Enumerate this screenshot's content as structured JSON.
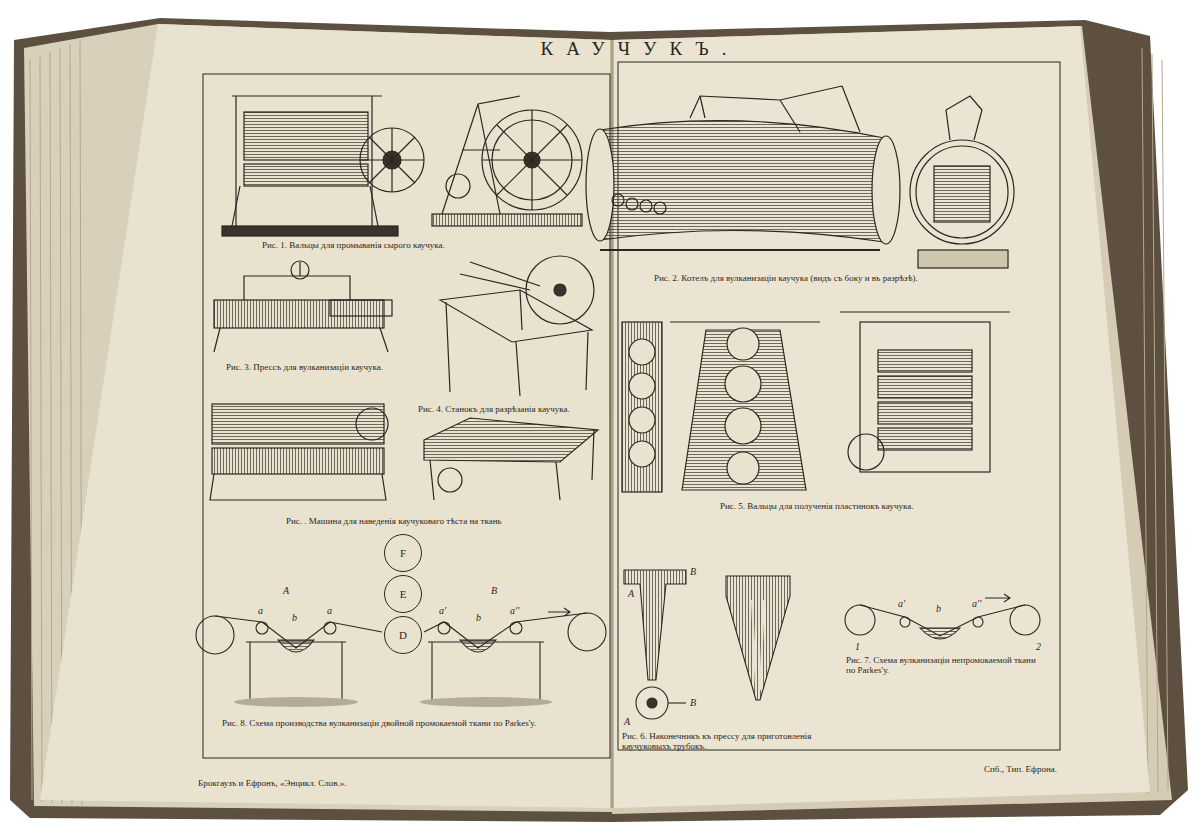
{
  "diagram": {
    "title": "КАУЧУКЪ.",
    "nodes": [
      {
        "text": [
          "F"
        ]
      },
      {
        "text": [
          "E"
        ]
      },
      {
        "text": [
          "D"
        ]
      }
    ],
    "labels": [
      "Рис. 1. Вальцы для промыванія сырого каучука.",
      "Рис. 2. Котелъ для вулканизаціи каучука (видъ съ боку и въ разрѣзѣ).",
      "Рис. 3. Прессъ для вулканизаціи каучука.",
      "Рис. 4. Станокъ для разрѣзанія каучука.",
      "Рис. . Машина для наведенія каучуковаго тѣста на ткань",
      "Рис. 5. Вальцы для полученія пластинокъ каучука.",
      "Рис. 8. Схема производства вулканизаціи двойной промокаемой ткани по Parkes'у.",
      "Рис. 6. Наконечникъ къ прессу для приготовленія каучуковыхъ трубокъ.",
      "Рис. 7. Схема вулканизаціи непромокаемой ткани по Parkes'у.",
      "Брокгаузъ и Ефронъ, «Энцикл. Слов.».",
      "Спб., Тип. Ефрона.",
      "A",
      "B",
      "a",
      "b",
      "a",
      "a'",
      "b",
      "a''",
      "1",
      "a'",
      "b",
      "a''",
      "2",
      "A",
      "B",
      "A",
      "B"
    ]
  }
}
